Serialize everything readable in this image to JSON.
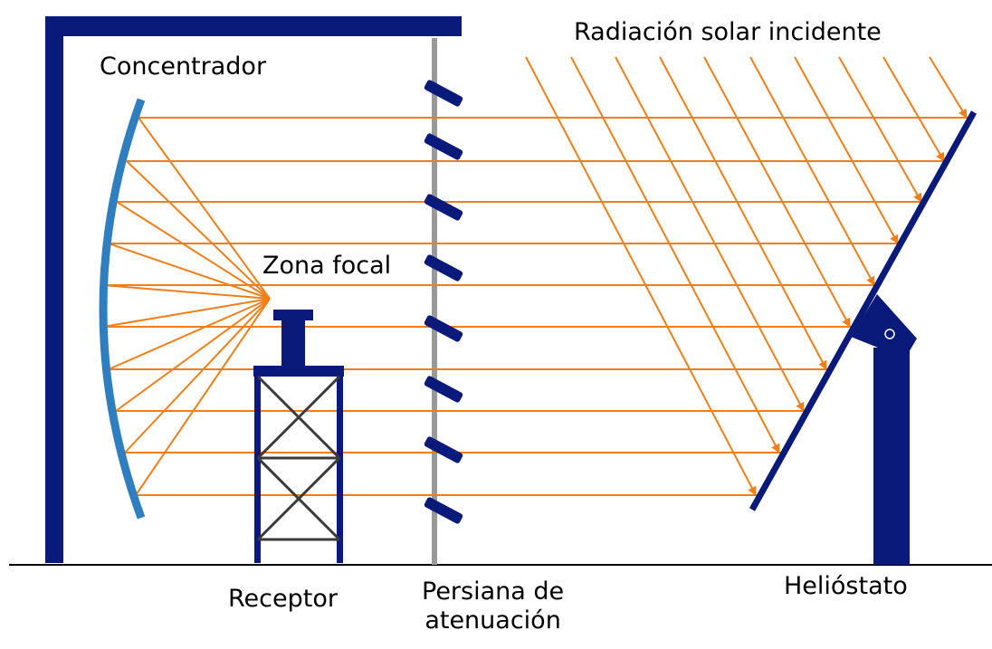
{
  "labels": {
    "concentrador": "Concentrador",
    "radiacion": "Radiación solar incidente",
    "zona_focal": "Zona focal",
    "receptor": "Receptor",
    "persiana_line1": "Persiana de",
    "persiana_line2": "atenuación",
    "heliostato": "Helióstato"
  },
  "colors": {
    "structure": "#0a1a7a",
    "concentrator": "#2f7fc0",
    "rays": "#f07f19",
    "shutter_pole": "#9a9a9a",
    "lattice": "#3a3a3a",
    "ground": "#000000"
  }
}
